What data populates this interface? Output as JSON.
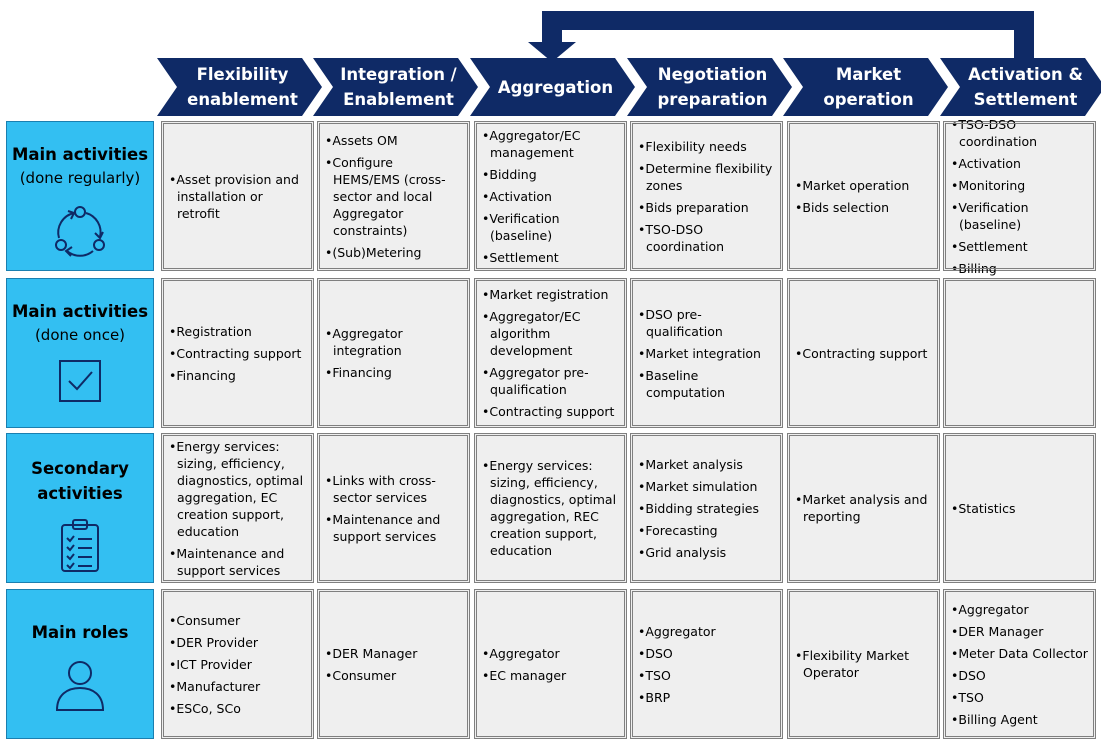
{
  "headers": [
    "Flexibility\nenablement",
    "Integration /\nEnablement",
    "Aggregation",
    "Negotiation\npreparation",
    "Market\noperation",
    "Activation &\nSettlement"
  ],
  "rows": [
    {
      "title": "Main activities",
      "subtitle": "(done regularly)",
      "icon": "cycle-arrows-icon",
      "cells": [
        [
          "Asset provision and installation or retrofit"
        ],
        [
          "Assets OM",
          "Configure HEMS/EMS (cross-sector and local Aggregator constraints)",
          "(Sub)Metering"
        ],
        [
          "Aggregator/EC management",
          "Bidding",
          "Activation",
          "Verification (baseline)",
          "Settlement"
        ],
        [
          "Flexibility needs",
          "Determine flexibility zones",
          "Bids preparation",
          "TSO-DSO coordination"
        ],
        [
          "Market operation",
          "Bids selection"
        ],
        [
          "TSO-DSO coordination",
          "Activation",
          "Monitoring",
          "Verification (baseline)",
          "Settlement",
          "Billing"
        ]
      ]
    },
    {
      "title": "Main activities",
      "subtitle": "(done once)",
      "icon": "checkbox-icon",
      "cells": [
        [
          "Registration",
          "Contracting support",
          "Financing"
        ],
        [
          "Aggregator integration",
          "Financing"
        ],
        [
          "Market registration",
          "Aggregator/EC algorithm development",
          "Aggregator pre-qualification",
          "Contracting support"
        ],
        [
          "DSO pre-qualification",
          "Market integration",
          "Baseline computation"
        ],
        [
          "Contracting support"
        ],
        []
      ]
    },
    {
      "title": "Secondary\nactivities",
      "subtitle": "",
      "icon": "clipboard-checklist-icon",
      "cells": [
        [
          "Energy services: sizing, efficiency, diagnostics, optimal aggregation, EC creation support, education",
          "Maintenance and support services"
        ],
        [
          "Links with cross-sector services",
          "Maintenance and support services"
        ],
        [
          "Energy services: sizing, efficiency, diagnostics, optimal aggregation, REC creation support, education"
        ],
        [
          "Market analysis",
          "Market simulation",
          "Bidding strategies",
          "Forecasting",
          "Grid analysis"
        ],
        [
          "Market analysis and reporting"
        ],
        [
          "Statistics"
        ]
      ]
    },
    {
      "title": "Main roles",
      "subtitle": "",
      "icon": "person-icon",
      "cells": [
        [
          "Consumer",
          "DER Provider",
          "ICT Provider",
          "Manufacturer",
          "ESCo, SCo"
        ],
        [
          "DER Manager",
          "Consumer"
        ],
        [
          "Aggregator",
          "EC manager"
        ],
        [
          "Aggregator",
          "DSO",
          "TSO",
          "BRP"
        ],
        [
          "Flexibility Market Operator"
        ],
        [
          "Aggregator",
          "DER Manager",
          "Meter Data Collector",
          "DSO",
          "TSO",
          "Billing Agent"
        ]
      ]
    }
  ],
  "colors": {
    "header_bg": "#0f2a66",
    "label_bg": "#33bff2",
    "cell_bg": "#efefef"
  }
}
